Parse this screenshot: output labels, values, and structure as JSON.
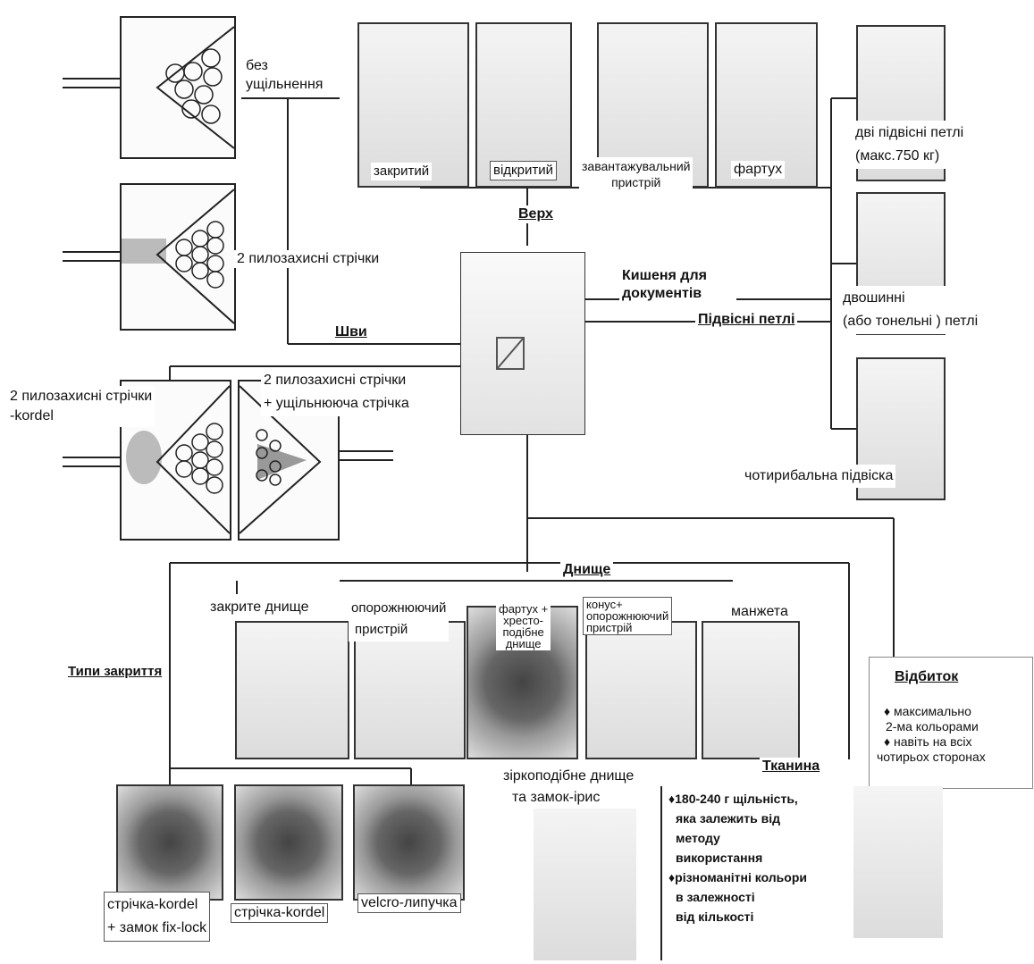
{
  "center": {
    "top": "Верх",
    "seams": "Шви",
    "pocket": "Кишеня для документів",
    "loops": "Підвісні петлі",
    "bottom": "Днище",
    "closures": "Типи закриття",
    "print": "Відбиток",
    "fabric": "Тканина"
  },
  "seams": {
    "none_1": "без",
    "none_2": "ущільнення",
    "tapes2": "2 пилозахисні стрічки",
    "kordel_1": "2 пилозахисні стрічки",
    "kordel_2": "-kordel",
    "seal_1": "2 пилозахисні стрічки",
    "seal_2": "+ ущільнююча стрічка"
  },
  "top_types": {
    "closed": "закритий",
    "open": "відкритий",
    "loading_1": "завантажувальний",
    "loading_2": "пристрій",
    "apron": "фартух"
  },
  "loop_types": {
    "two_1": "дві підвісні петлі",
    "two_2": "(макс.750 кг)",
    "tunnel_1": "двошинні",
    "tunnel_2": "(або тонельні ) петлі",
    "four": "чотирибальна підвіска"
  },
  "bottom_types": {
    "closed": "закрите днище",
    "discharge_1": "опорожнюючий",
    "discharge_2": "пристрій",
    "apron_cross_1": "фартух +",
    "apron_cross_2": "хресто-",
    "apron_cross_3": "подібне",
    "apron_cross_4": "днище",
    "cone_1": "конус+",
    "cone_2": "опорожнюючий",
    "cone_3": "пристрій",
    "cuff": "манжета",
    "star_1": "зіркоподібне днище",
    "star_2": "та  замок-ірис"
  },
  "closure_types": {
    "kordel_lock_1": "стрічка-kordel",
    "kordel_lock_2": "+ замок  fix-lock",
    "kordel": "стрічка-kordel",
    "velcro": "velcro-липучка"
  },
  "print_info": {
    "line1": "♦ максимально",
    "line2": "2-ма кольорами",
    "line3": "♦ навіть на всіх",
    "line4": "чотирьох сторонах"
  },
  "fabric_info": {
    "line1": "♦180-240 г  щільність,",
    "line2": "яка залежить від",
    "line3": "методу",
    "line4": "використання",
    "line5": "♦різноманітні кольори",
    "line6": "в залежності",
    "line7": "від кількості"
  }
}
